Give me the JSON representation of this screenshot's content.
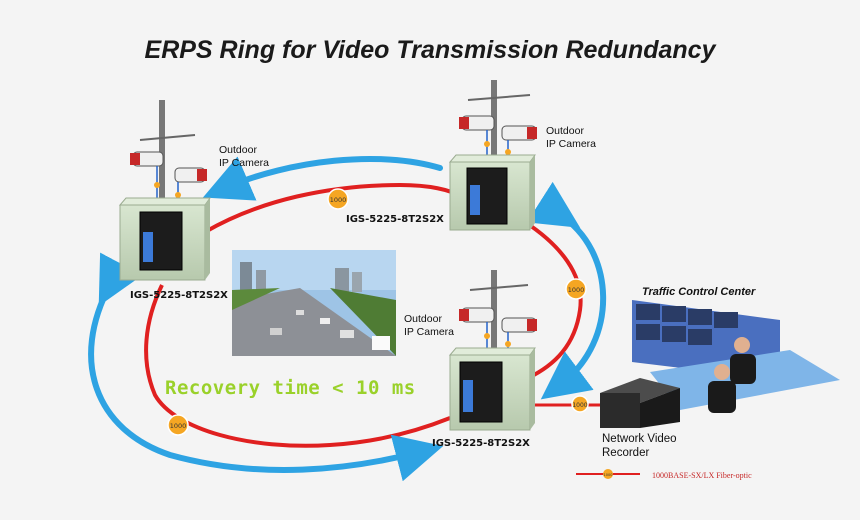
{
  "title": "ERPS Ring for Video Transmission Redundancy",
  "cameras": [
    {
      "label_line1": "Outdoor",
      "label_line2": "IP Camera"
    },
    {
      "label_line1": "Outdoor",
      "label_line2": "IP Camera"
    },
    {
      "label_line1": "Outdoor",
      "label_line2": "IP Camera"
    }
  ],
  "switches": [
    {
      "model": "IGS-5225-8T2S2X"
    },
    {
      "model": "IGS-5225-8T2S2X"
    },
    {
      "model": "IGS-5225-8T2S2X"
    }
  ],
  "link_badges": [
    "1000",
    "1000",
    "1000",
    "1000"
  ],
  "recovery_text": "Recovery time < 10 ms",
  "traffic_center": "Traffic Control Center",
  "nvr_label_line1": "Network Video",
  "nvr_label_line2": "Recorder",
  "legend": {
    "badge": "1000",
    "text": "1000BASE-SX/LX Fiber-optic"
  },
  "colors": {
    "ring": "#e02020",
    "arrows": "#2ea3e3",
    "cabinet": "#c9dac0",
    "badge": "#f5a623"
  }
}
